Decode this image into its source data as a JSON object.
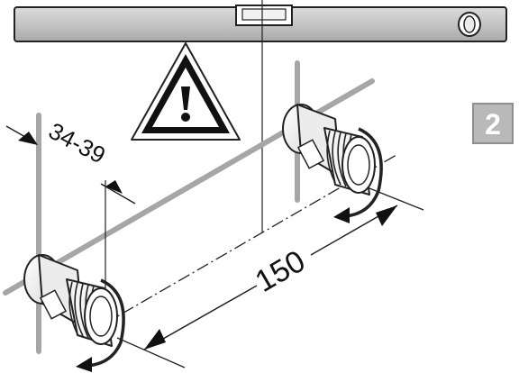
{
  "figure": {
    "step_label": "2",
    "dimensions": {
      "offset_range": "34-39",
      "spacing": "150"
    },
    "icons": [
      "spirit-level-icon",
      "warning-triangle-icon",
      "rotation-arrow-icon"
    ],
    "colors": {
      "level_body": "#c9c9c9",
      "pipe": "#a6a6a6",
      "badge": "#b9b9b9",
      "ink": "#111111"
    }
  }
}
